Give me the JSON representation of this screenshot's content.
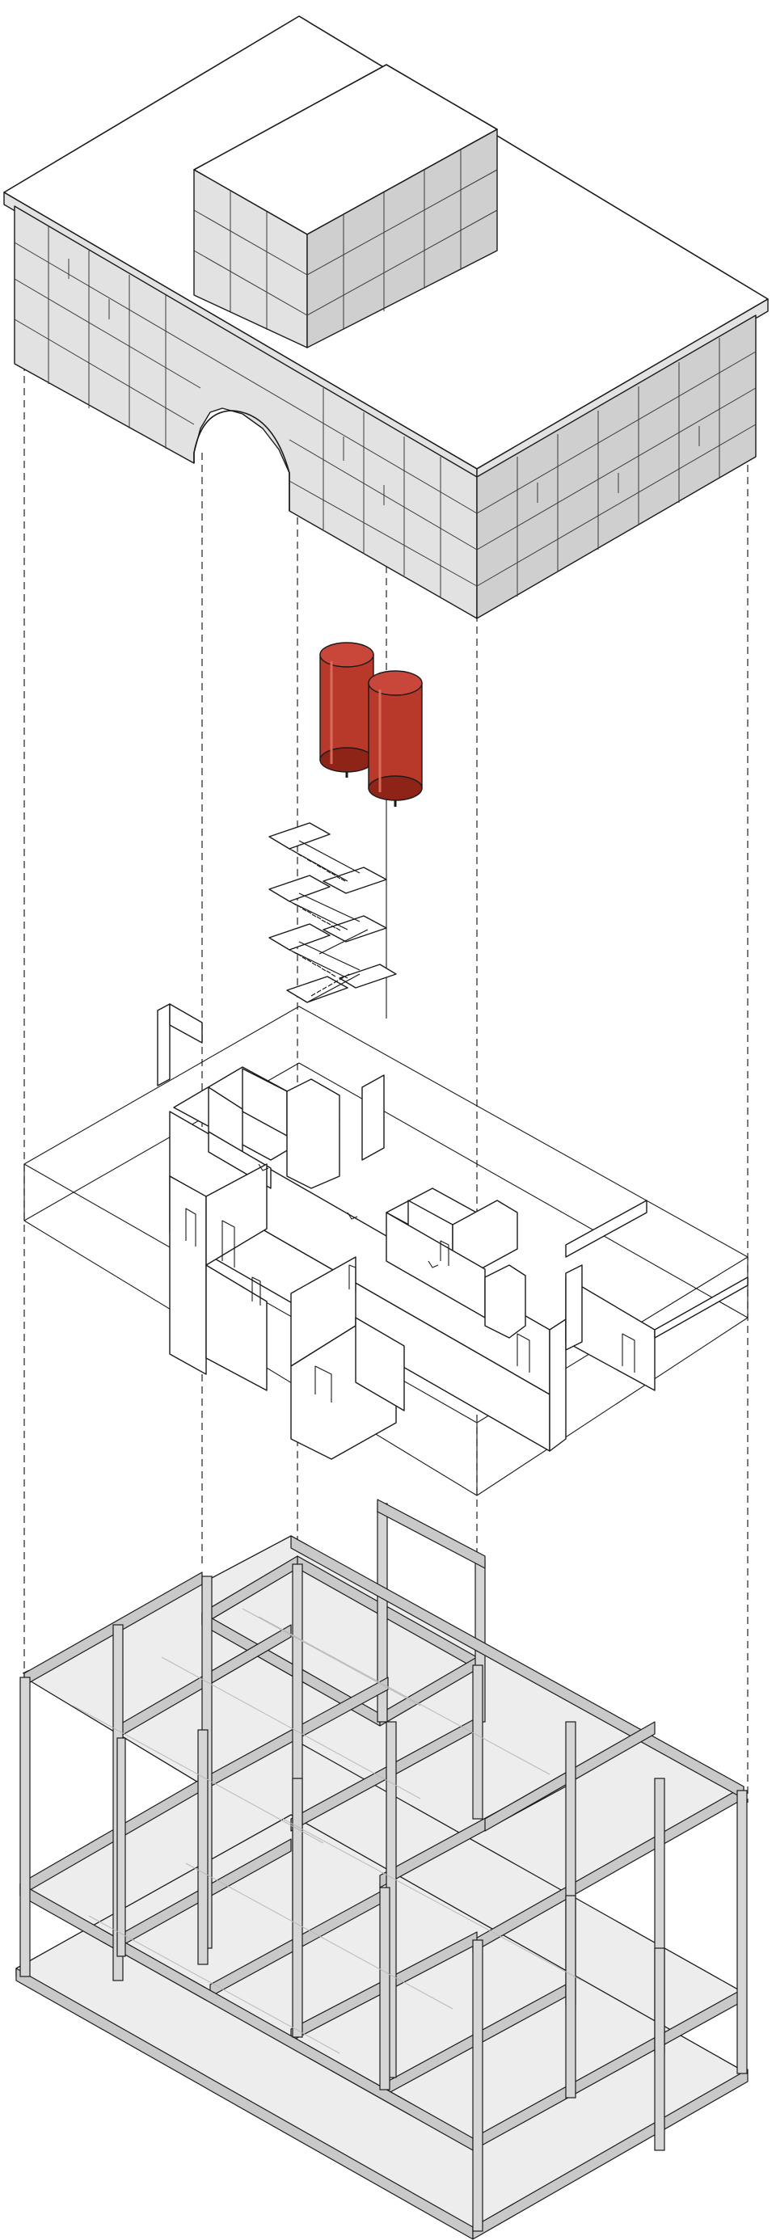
{
  "figure": {
    "components": [
      {
        "id": "stone-envelope",
        "icon": "stone-clad-building-icon"
      },
      {
        "id": "water-tanks",
        "icon": "cylindrical-tank-icon",
        "color": "#b8382a"
      },
      {
        "id": "stair-core",
        "icon": "stair-icon"
      },
      {
        "id": "interior-partitions",
        "icon": "wall-partition-icon"
      },
      {
        "id": "structural-frame",
        "icon": "column-beam-frame-icon"
      }
    ],
    "colors": {
      "line": "#1a1a1a",
      "stone": "#e2e2e2",
      "tank": "#b8382a",
      "tank_shadow": "#8e2418",
      "slab": "#ededed"
    }
  }
}
